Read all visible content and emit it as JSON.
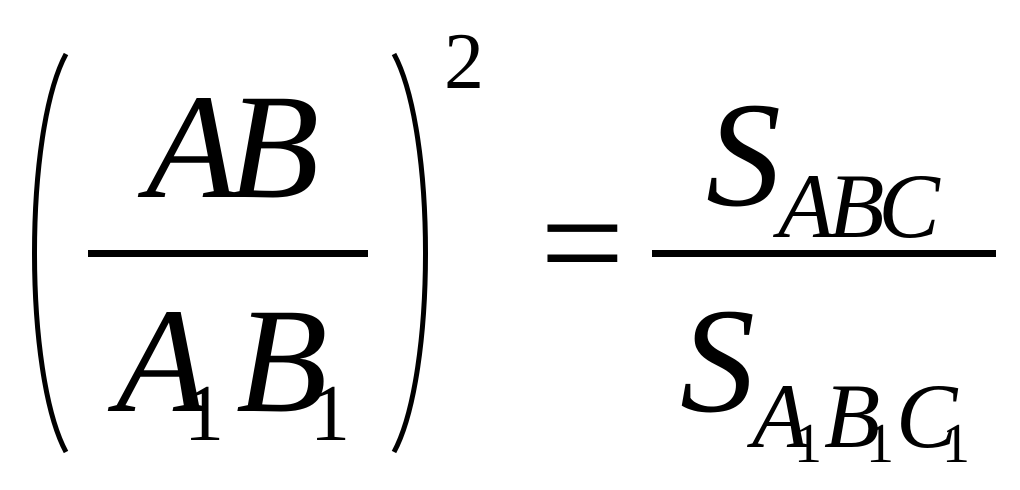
{
  "formula": {
    "lhs": {
      "numerator": "AB",
      "denominator": {
        "a": "A",
        "a_sub": "1",
        "b": "B",
        "b_sub": "1"
      },
      "exponent": "2"
    },
    "equals": "=",
    "rhs": {
      "numerator": {
        "base": "S",
        "sub": "ABC"
      },
      "denominator": {
        "base": "S",
        "a": "A",
        "a_sub": "1",
        "b": "B",
        "b_sub": "1",
        "c": "C",
        "c_sub": "1"
      }
    }
  }
}
